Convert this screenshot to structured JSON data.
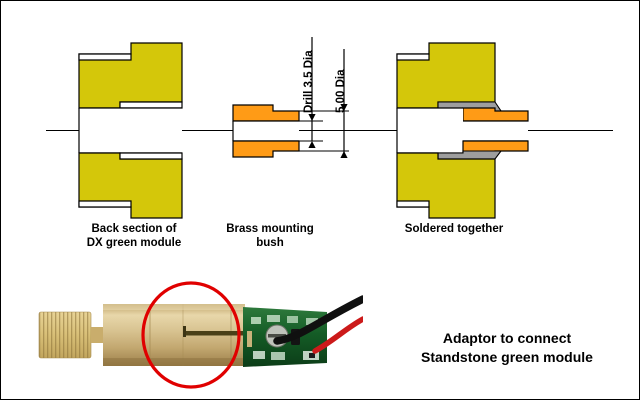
{
  "diagram": {
    "title_note": "Adaptor to connect\nStandstone green module",
    "captions": {
      "module": "Back section of\nDX green module",
      "bush": "Brass mounting\nbush",
      "assembly": "Soldered together"
    },
    "dimensions": {
      "drill": "Drill 3.5 Dia",
      "outer": "5.00 Dia"
    },
    "colors": {
      "module_body": "#D4C70A",
      "bush_body": "#FF9B16",
      "solder": "#9E9E9E",
      "outline": "#000000",
      "annotation_circle": "#E00000",
      "background": "#FFFFFF"
    },
    "parts": [
      {
        "name": "Back section of DX green module",
        "material": "brass",
        "fill": "#D4C70A",
        "section": "cross-section"
      },
      {
        "name": "Brass mounting bush",
        "material": "brass",
        "fill": "#FF9B16",
        "section": "cross-section"
      },
      {
        "name": "Soldered together",
        "material": "assembly",
        "fill": "#D4C70A",
        "section": "cross-section"
      }
    ]
  },
  "photo": {
    "alt": "Brass laser module with green driver PCB and red/black wires",
    "annotation": "red-circle-highlight",
    "elements": [
      "threaded brass nose",
      "brass barrel",
      "mounting bush joint",
      "green driver PCB",
      "black wire",
      "red wire"
    ]
  }
}
